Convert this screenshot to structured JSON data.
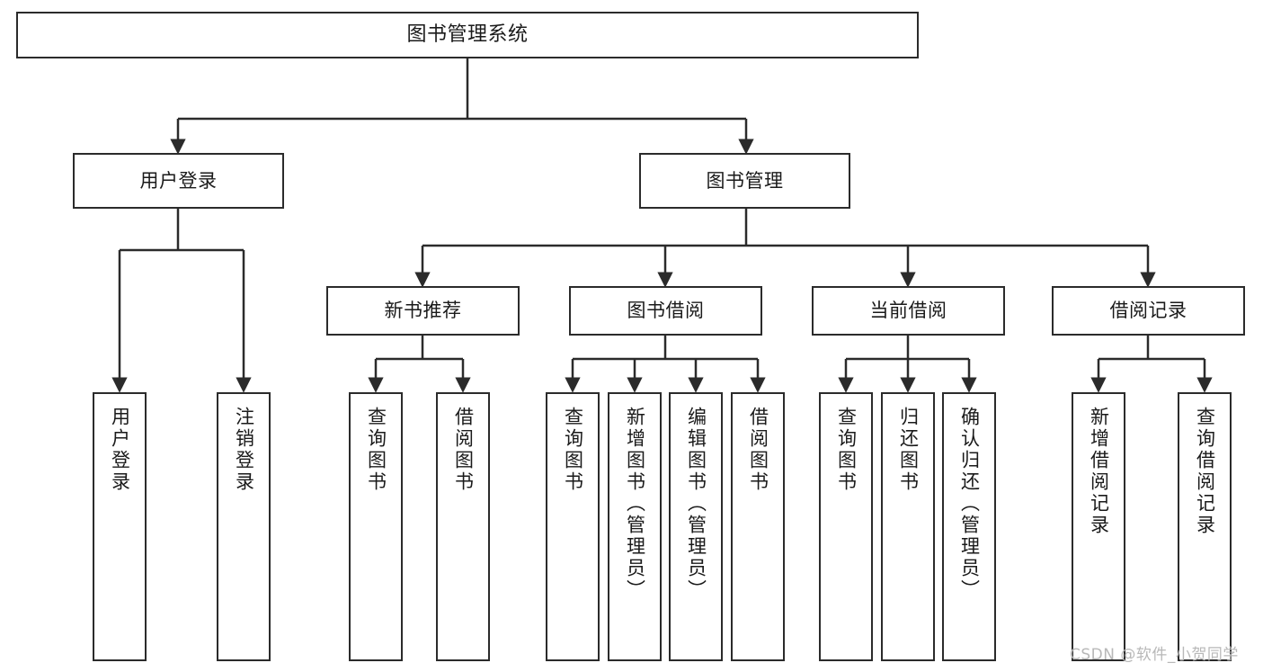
{
  "diagram": {
    "title": "图书管理系统",
    "type": "tree-hierarchy",
    "root": {
      "label": "图书管理系统"
    },
    "level2": [
      {
        "label": "用户登录"
      },
      {
        "label": "图书管理"
      }
    ],
    "level3": [
      {
        "label": "新书推荐"
      },
      {
        "label": "图书借阅"
      },
      {
        "label": "当前借阅"
      },
      {
        "label": "借阅记录"
      }
    ],
    "leaves": [
      {
        "label": "用户登录"
      },
      {
        "label": "注销登录"
      },
      {
        "label": "查询图书"
      },
      {
        "label": "借阅图书"
      },
      {
        "label": "查询图书"
      },
      {
        "label": "新增图书（管理员）"
      },
      {
        "label": "编辑图书（管理员）"
      },
      {
        "label": "借阅图书"
      },
      {
        "label": "查询图书"
      },
      {
        "label": "归还图书"
      },
      {
        "label": "确认归还（管理员）"
      },
      {
        "label": "新增借阅记录"
      },
      {
        "label": "查询借阅记录"
      }
    ]
  },
  "watermark": {
    "text": "CSDN @软件_小贺同学"
  },
  "colors": {
    "stroke": "#2b2b2b",
    "fill": "#ffffff",
    "text": "#1a1a1a",
    "watermark": "#b8b8b8"
  }
}
